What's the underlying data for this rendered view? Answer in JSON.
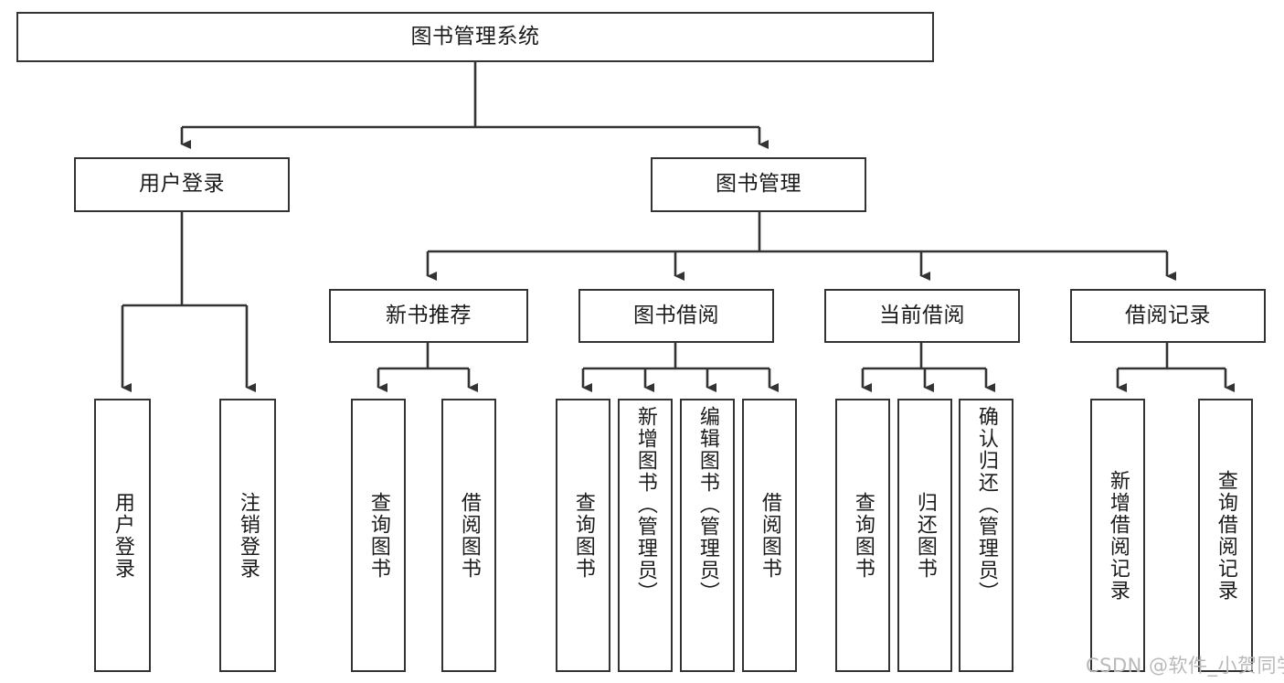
{
  "diagram": {
    "title": "图书管理系统",
    "type": "tree-hierarchy-chart",
    "background_color": "#ffffff",
    "line_color": "#333333",
    "text_color": "#1b1b1b",
    "root": {
      "label": "图书管理系统"
    },
    "level2": [
      {
        "label": "用户登录"
      },
      {
        "label": "图书管理"
      }
    ],
    "level3": [
      {
        "label": "新书推荐"
      },
      {
        "label": "图书借阅"
      },
      {
        "label": "当前借阅"
      },
      {
        "label": "借阅记录"
      }
    ],
    "leaves": {
      "user_login": [
        {
          "label": "用户登录"
        },
        {
          "label": "注销登录"
        }
      ],
      "new_book_recommend": [
        {
          "label": "查询图书"
        },
        {
          "label": "借阅图书"
        }
      ],
      "book_borrow": [
        {
          "label": "查询图书"
        },
        {
          "label": "新增图书（管理员）"
        },
        {
          "label": "编辑图书（管理员）"
        },
        {
          "label": "借阅图书"
        }
      ],
      "current_borrow": [
        {
          "label": "查询图书"
        },
        {
          "label": "归还图书"
        },
        {
          "label": "确认归还（管理员）"
        }
      ],
      "borrow_record": [
        {
          "label": "新增借阅记录"
        },
        {
          "label": "查询借阅记录"
        }
      ]
    }
  },
  "watermark": {
    "text": "CSDN @软件_小贺同学"
  }
}
